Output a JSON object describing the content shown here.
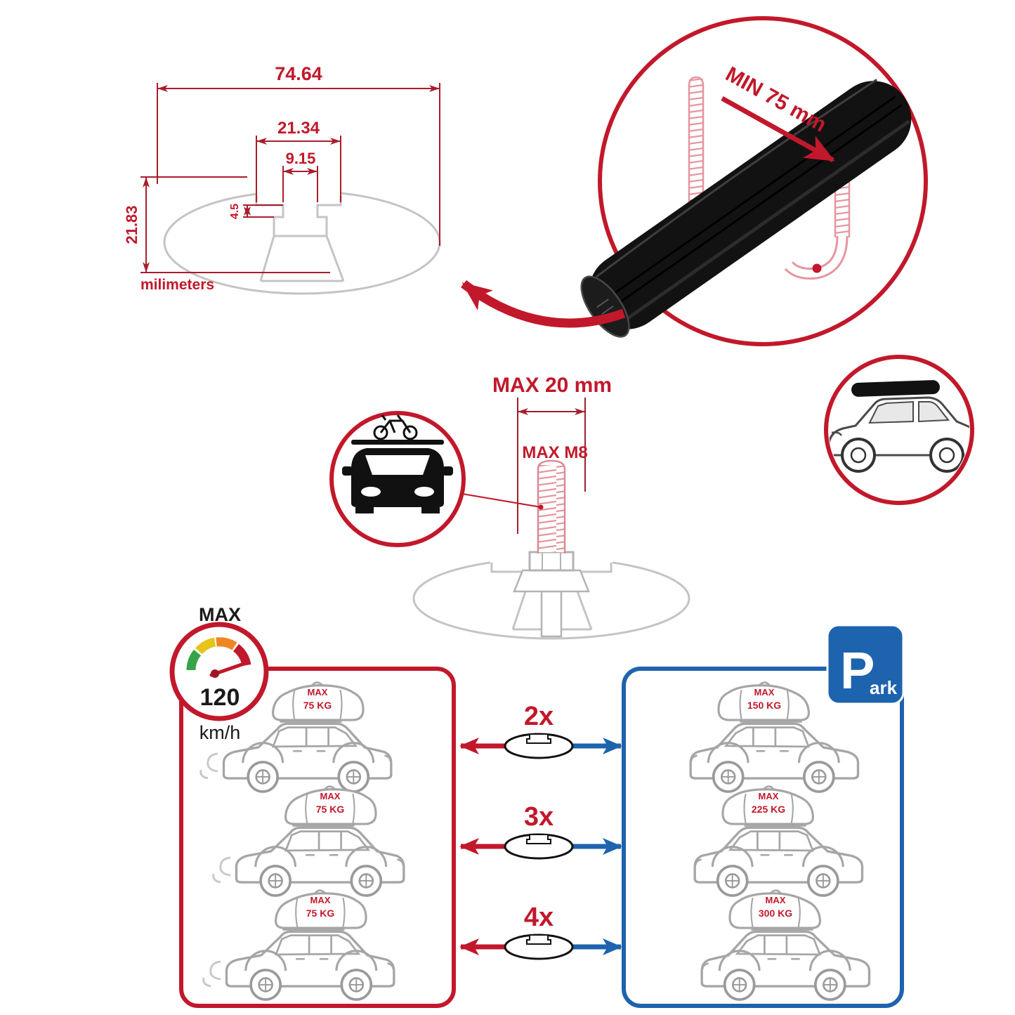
{
  "colors": {
    "accent_red": "#c2182b",
    "accent_blue": "#1e63ad",
    "profile_gray": "#c4c4c4",
    "bar_black": "#121212"
  },
  "profile": {
    "total_width": "74.64",
    "slot_outer": "21.34",
    "slot_opening": "9.15",
    "lip_depth": "4.5",
    "total_height": "21.83",
    "units_label": "milimeters"
  },
  "bar": {
    "min_clearance": "MIN 75 mm"
  },
  "bolt": {
    "max_length": "MAX 20 mm",
    "max_thread": "MAX M8"
  },
  "speedometer": {
    "label": "MAX",
    "value": "120",
    "units": "km/h"
  },
  "rows": {
    "multipliers": [
      "2x",
      "3x",
      "4x"
    ],
    "left": [
      {
        "label": "MAX",
        "value": "75 KG"
      },
      {
        "label": "MAX",
        "value": "75 KG"
      },
      {
        "label": "MAX",
        "value": "75 KG"
      }
    ],
    "right": [
      {
        "label": "MAX",
        "value": "150 KG"
      },
      {
        "label": "MAX",
        "value": "225 KG"
      },
      {
        "label": "MAX",
        "value": "300 KG"
      }
    ]
  },
  "parking": {
    "letter": "P",
    "suffix": "ark"
  }
}
